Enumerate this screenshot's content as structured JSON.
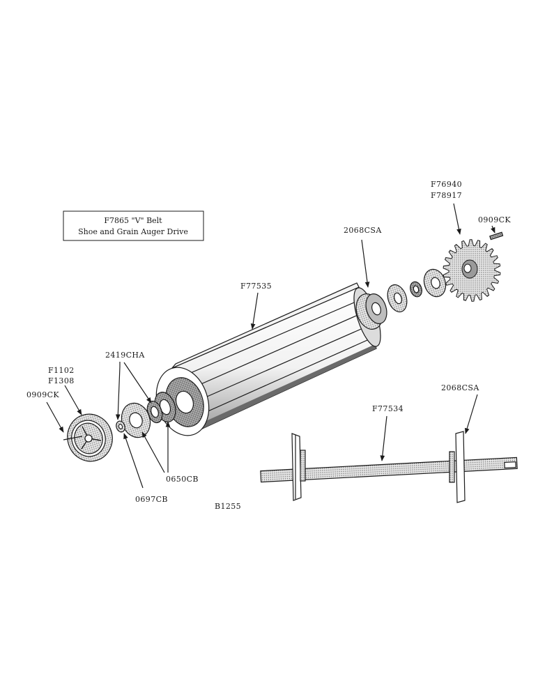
{
  "title_box": {
    "line1": "F7865 \"V\" Belt",
    "line2": "Shoe and Grain Auger Drive"
  },
  "labels": {
    "sprocket_a": "F76940",
    "sprocket_b": "F78917",
    "key_right": "0909CK",
    "bearing_upper": "2068CSA",
    "drum": "F77535",
    "bearing_left": "2419CHA",
    "pulley_a": "F1102",
    "pulley_b": "F1308",
    "key_left": "0909CK",
    "shaft": "F77534",
    "bearing_shaft": "2068CSA",
    "washer_lower": "0650CB",
    "washer_small": "0697CB",
    "figure_code": "B1255"
  },
  "colors": {
    "ink": "#1a1a1a",
    "stipple": "#8a8a8a",
    "light": "#d9d9d9",
    "paper": "#ffffff"
  }
}
